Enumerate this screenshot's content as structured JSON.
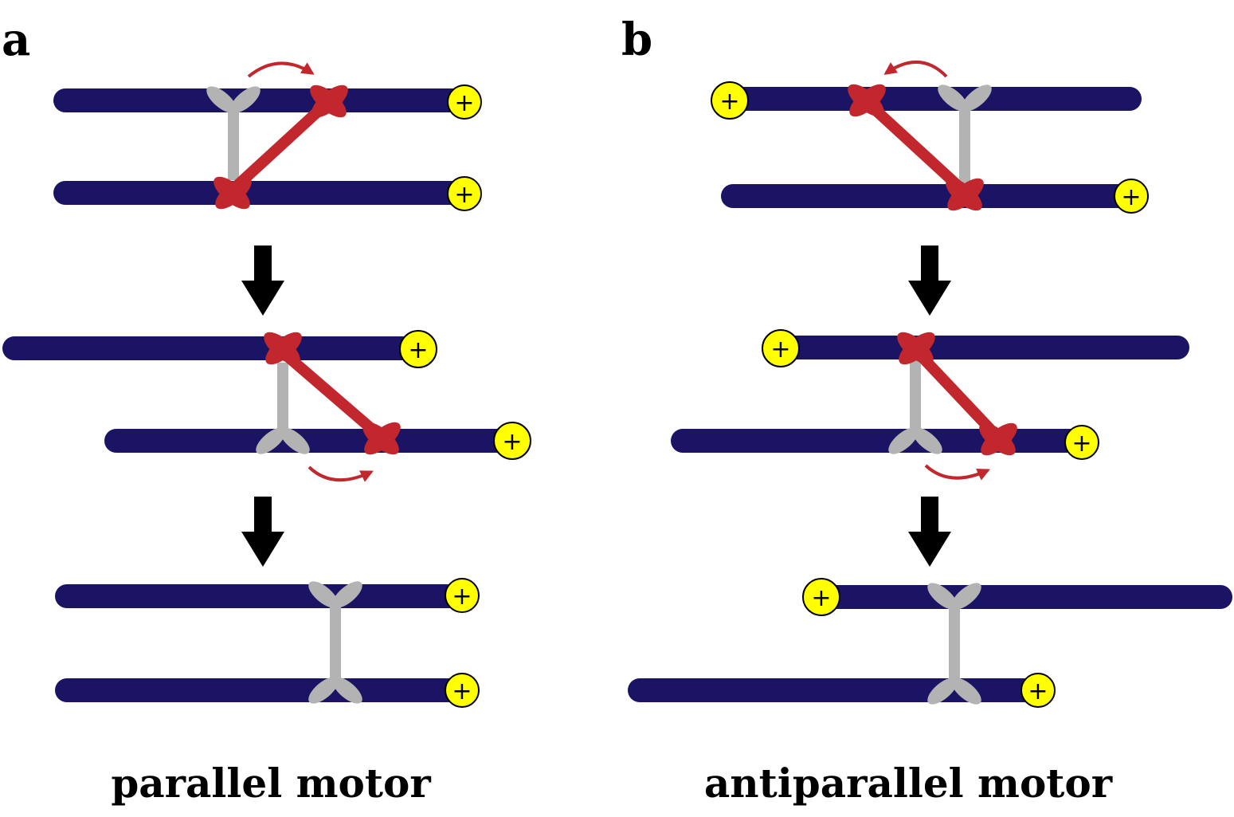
{
  "panels": [
    {
      "letter": "a",
      "caption": "parallel motor"
    },
    {
      "letter": "b",
      "caption": "antiparallel motor"
    }
  ],
  "plus_end_symbol": "+",
  "colors": {
    "microtubule": "#1b1464",
    "active_motor": "#c1272d",
    "inactive_motor": "#b3b3b3",
    "plus_end": "#ffff00",
    "arrow": "#000000"
  }
}
